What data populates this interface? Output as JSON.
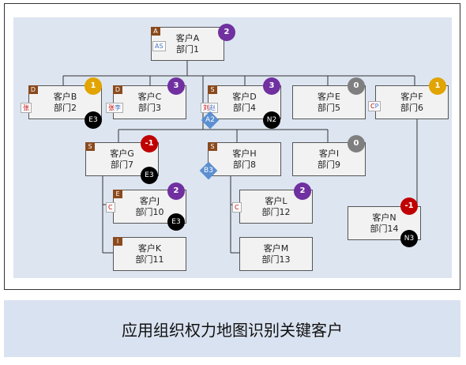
{
  "caption": "应用组织权力地图识别关键客户",
  "nodes": {
    "A": {
      "name": "客户A",
      "dept": "部门1",
      "tag": "A",
      "badge": "2",
      "badge_color": "#7030a0",
      "mini": [
        "A",
        "S"
      ]
    },
    "B": {
      "name": "客户B",
      "dept": "部门2",
      "tag": "D",
      "badge": "1",
      "badge_color": "#e2a400",
      "mini": [
        "张"
      ],
      "rel": "E3"
    },
    "C": {
      "name": "客户C",
      "dept": "部门3",
      "tag": "D",
      "badge": "3",
      "badge_color": "#7030a0",
      "mini": [
        "张",
        "李"
      ]
    },
    "D": {
      "name": "客户D",
      "dept": "部门4",
      "tag": "S",
      "badge": "3",
      "badge_color": "#7030a0",
      "mini": [
        "刘",
        "赵"
      ],
      "rel": "N2",
      "diamond": "A2"
    },
    "E": {
      "name": "客户E",
      "dept": "部门5",
      "badge": "0",
      "badge_color": "#7f7f7f"
    },
    "F": {
      "name": "客户F",
      "dept": "部门6",
      "badge": "1",
      "badge_color": "#e2a400",
      "mini": [
        "C",
        "P"
      ]
    },
    "G": {
      "name": "客户G",
      "dept": "部门7",
      "tag": "S",
      "badge": "-1",
      "badge_color": "#c00000",
      "rel": "E3"
    },
    "H": {
      "name": "客户H",
      "dept": "部门8",
      "tag": "S",
      "diamond": "B3"
    },
    "I": {
      "name": "客户I",
      "dept": "部门9",
      "badge": "0",
      "badge_color": "#7f7f7f"
    },
    "J": {
      "name": "客户J",
      "dept": "部门10",
      "tag": "E",
      "badge": "2",
      "badge_color": "#7030a0",
      "mini": [
        "C"
      ],
      "rel": "E3"
    },
    "K": {
      "name": "客户K",
      "dept": "部门11",
      "tag": "I"
    },
    "L": {
      "name": "客户L",
      "dept": "部门12",
      "badge": "2",
      "badge_color": "#7030a0",
      "mini": [
        "C"
      ]
    },
    "M": {
      "name": "客户M",
      "dept": "部门13"
    },
    "N": {
      "name": "客户N",
      "dept": "部门14",
      "badge": "-1",
      "badge_color": "#c00000",
      "rel": "N3"
    }
  }
}
